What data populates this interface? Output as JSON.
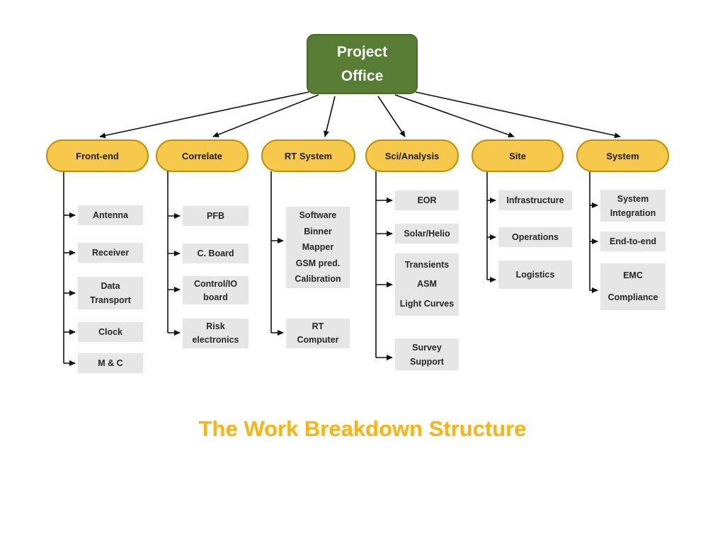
{
  "title": "The Work Breakdown Structure",
  "root": {
    "label": "Project\nOffice"
  },
  "columns": [
    {
      "label": "Front-end",
      "children": [
        {
          "label": "Antenna"
        },
        {
          "label": "Receiver"
        },
        {
          "label": "Data\nTransport"
        },
        {
          "label": "Clock"
        },
        {
          "label": "M & C"
        }
      ]
    },
    {
      "label": "Correlate",
      "children": [
        {
          "label": "PFB"
        },
        {
          "label": "C. Board"
        },
        {
          "label": "Control/IO\nboard"
        },
        {
          "label": "Risk\nelectronics"
        }
      ]
    },
    {
      "label": "RT System",
      "children": [
        {
          "label": "Software\nBinner\nMapper\nGSM pred.\nCalibration"
        },
        {
          "label": "RT\nComputer"
        }
      ]
    },
    {
      "label": "Sci/Analysis",
      "children": [
        {
          "label": "EOR"
        },
        {
          "label": "Solar/Helio"
        },
        {
          "label": "Transients\nASM\nLight Curves"
        },
        {
          "label": "Survey\nSupport"
        }
      ]
    },
    {
      "label": "Site",
      "children": [
        {
          "label": "Infrastructure"
        },
        {
          "label": "Operations"
        },
        {
          "label": "Logistics"
        }
      ]
    },
    {
      "label": "System",
      "children": [
        {
          "label": "System\nIntegration"
        },
        {
          "label": "End-to-end"
        },
        {
          "label": "EMC\nCompliance"
        }
      ]
    }
  ],
  "colors": {
    "root_fill": "#567d33",
    "root_border": "#496b2a",
    "branch_fill": "#f6c94d",
    "branch_border": "#bf9000",
    "child_fill": "#e7e6e6",
    "connector": "#111111",
    "title_text": "#fbb40f",
    "root_text": "#ffffff",
    "node_text": "#262626"
  }
}
